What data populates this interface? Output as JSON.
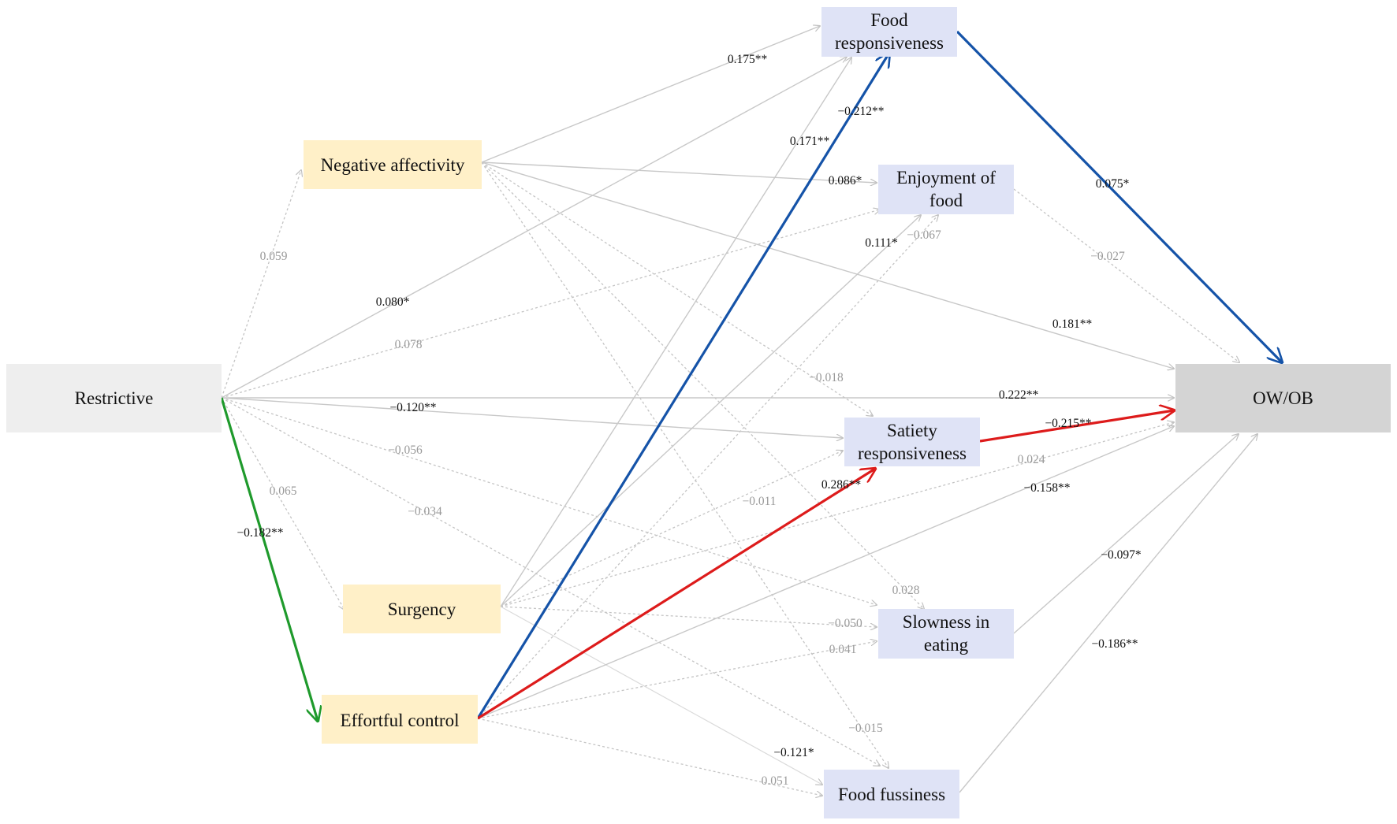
{
  "colors": {
    "predictor": "#eeeeee",
    "outcome": "#d4d4d4",
    "temperament": "#fff0c8",
    "eating": "#dfe3f6",
    "path_grey": "#c8c8c8",
    "path_dashed": "#c4c4c4",
    "path_blue": "#1553a8",
    "path_red": "#dd1b1b",
    "path_green": "#1f9a2c"
  },
  "nodes": {
    "restrictive": {
      "label": "Restrictive"
    },
    "owob": {
      "label": "OW/OB"
    },
    "negative_affectivity": {
      "label": "Negative affectivity"
    },
    "surgency": {
      "label": "Surgency"
    },
    "effortful_control": {
      "label": "Effortful control"
    },
    "food_responsiveness": {
      "label_line1": "Food",
      "label_line2": "responsiveness"
    },
    "enjoyment_of_food": {
      "label_line1": "Enjoyment of",
      "label_line2": "food"
    },
    "satiety_responsiveness": {
      "label_line1": "Satiety",
      "label_line2": "responsiveness"
    },
    "slowness_in_eating": {
      "label_line1": "Slowness in",
      "label_line2": "eating"
    },
    "food_fussiness": {
      "label": "Food fussiness"
    }
  },
  "paths": [
    {
      "id": "r-na",
      "coef": "0.059",
      "style": "dashed",
      "significant": false
    },
    {
      "id": "r-fr",
      "coef": "0.080*",
      "style": "solid",
      "significant": true
    },
    {
      "id": "r-ef",
      "coef": "0.078",
      "style": "dashed",
      "significant": false
    },
    {
      "id": "r-owob",
      "coef": "0.222**",
      "style": "solid",
      "significant": true
    },
    {
      "id": "r-sr",
      "coef": "−0.120**",
      "style": "solid",
      "significant": true
    },
    {
      "id": "r-sie",
      "coef": "−0.056",
      "style": "dashed",
      "significant": false
    },
    {
      "id": "r-ff",
      "coef": "−0.034",
      "style": "dashed",
      "significant": false
    },
    {
      "id": "r-sur",
      "coef": "0.065",
      "style": "dashed",
      "significant": false
    },
    {
      "id": "r-ec",
      "coef": "−0.182**",
      "style": "green",
      "significant": true
    },
    {
      "id": "na-fr",
      "coef": "0.175**",
      "style": "solid",
      "significant": true
    },
    {
      "id": "na-ef",
      "coef": "0.086*",
      "style": "solid",
      "significant": true
    },
    {
      "id": "na-owob",
      "coef": "0.181**",
      "style": "solid",
      "significant": true
    },
    {
      "id": "na-sr",
      "coef": "−0.018",
      "style": "dashed",
      "significant": false
    },
    {
      "id": "na-sie",
      "coef": "0.028",
      "style": "dashed",
      "significant": false
    },
    {
      "id": "na-ff",
      "coef": "−0.015",
      "style": "dashed",
      "significant": false
    },
    {
      "id": "sur-fr",
      "coef": "0.171**",
      "style": "solid",
      "significant": true
    },
    {
      "id": "sur-ef",
      "coef": "0.111*",
      "style": "solid",
      "significant": true
    },
    {
      "id": "sur-sr",
      "coef": "−0.011",
      "style": "dashed",
      "significant": false
    },
    {
      "id": "sur-sie",
      "coef": "−0.050",
      "style": "dashed",
      "significant": false
    },
    {
      "id": "sur-ff",
      "coef": "−0.121*",
      "style": "solid-light",
      "significant": true
    },
    {
      "id": "ec-fr",
      "coef": "−0.212**",
      "style": "blue",
      "significant": true
    },
    {
      "id": "ec-ef",
      "coef": "−0.067",
      "style": "dashed",
      "significant": false
    },
    {
      "id": "ec-sr",
      "coef": "0.286**",
      "style": "red",
      "significant": true
    },
    {
      "id": "ec-sie",
      "coef": "0.041",
      "style": "dashed",
      "significant": false
    },
    {
      "id": "ec-ff",
      "coef": "0.051",
      "style": "dashed",
      "significant": false
    },
    {
      "id": "ec-owob",
      "coef": "−0.158**",
      "style": "solid",
      "significant": true
    },
    {
      "id": "sur-owob",
      "coef": "0.024",
      "style": "dashed",
      "significant": false
    },
    {
      "id": "fr-owob",
      "coef": "0.075*",
      "style": "blue",
      "significant": true
    },
    {
      "id": "ef-owob",
      "coef": "−0.027",
      "style": "dashed",
      "significant": false
    },
    {
      "id": "sr-owob",
      "coef": "−0.215**",
      "style": "red",
      "significant": true
    },
    {
      "id": "sie-owob",
      "coef": "−0.097*",
      "style": "solid",
      "significant": true
    },
    {
      "id": "ff-owob",
      "coef": "−0.186**",
      "style": "solid",
      "significant": true
    }
  ]
}
